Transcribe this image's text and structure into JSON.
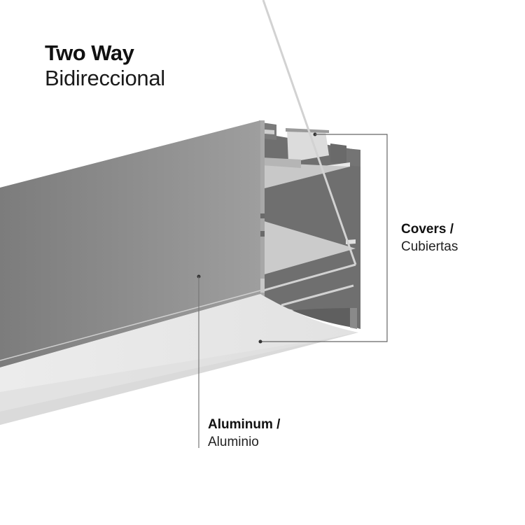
{
  "title": {
    "main": "Two Way",
    "sub": "Bidireccional"
  },
  "callouts": {
    "covers": {
      "en": "Covers /",
      "es": "Cubiertas"
    },
    "aluminum": {
      "en": "Aluminum /",
      "es": "Aluminio"
    }
  },
  "colors": {
    "background": "#ffffff",
    "aluminum_panel": "#8f8f8f",
    "aluminum_dark": "#6e6e6e",
    "cover": "#e6e6e6",
    "leader_line": "#555555"
  }
}
